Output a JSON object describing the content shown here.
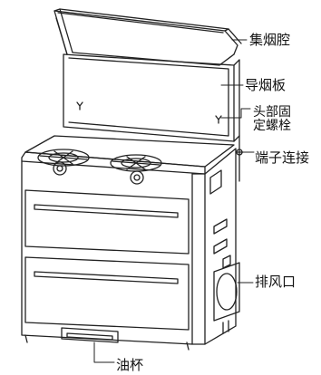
{
  "labels": {
    "fume_collector": "集烟腔",
    "smoke_guide": "导烟板",
    "head_screw_line1": "头部固",
    "head_screw_line2": "定螺栓",
    "terminal": "端子连接",
    "exhaust_port": "排风口",
    "oil_cup": "油杯"
  },
  "colors": {
    "line": "#222222",
    "background": "#ffffff"
  },
  "icons": {
    "screw_marks": "y-shaped-screw-mark",
    "knobs": "round-knob",
    "burners": "gas-burner"
  }
}
